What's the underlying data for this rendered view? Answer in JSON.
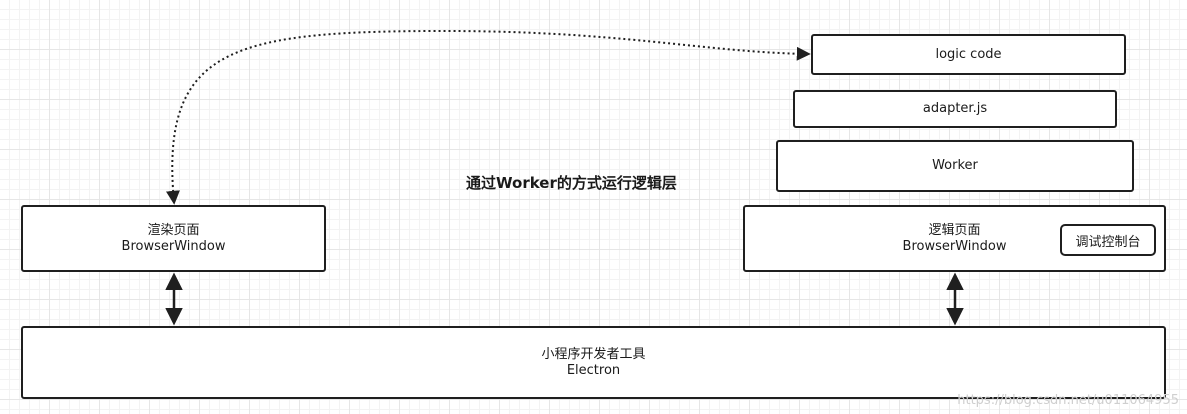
{
  "caption": "通过Worker的方式运行逻辑层",
  "boxes": {
    "logic_code": {
      "label": "logic code"
    },
    "adapter": {
      "label": "adapter.js"
    },
    "worker": {
      "label": "Worker"
    },
    "render_page": {
      "line1": "渲染页面",
      "line2": "BrowserWindow"
    },
    "logic_page": {
      "line1": "逻辑页面",
      "line2": "BrowserWindow"
    },
    "devtools": {
      "line1": "小程序开发者工具",
      "line2": "Electron"
    }
  },
  "debug_console": {
    "label": "调试控制台"
  },
  "watermark": "https://blog.csdn.net/u011064955",
  "colors": {
    "stroke": "#1f1f1f",
    "grid": "#e6e6e6",
    "background": "#ffffff"
  }
}
